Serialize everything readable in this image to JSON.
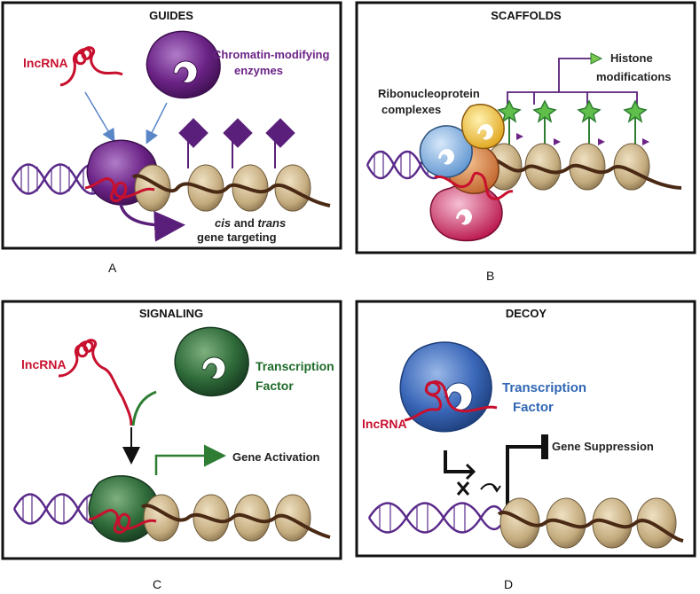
{
  "panels": {
    "guides": {
      "title": "GUIDES",
      "lncrna": "lncRNA",
      "enzyme_line1": "Chromatin-modifying",
      "enzyme_line2": "enzymes",
      "targeting_cis": "cis",
      "targeting_and": " and ",
      "targeting_trans": "trans",
      "targeting_line2": "gene targeting",
      "letter": "A"
    },
    "scaffolds": {
      "title": "SCAFFOLDS",
      "histone_line1": "Histone",
      "histone_line2": "modifications",
      "rnp_line1": "Ribonucleoprotein",
      "rnp_line2": "complexes",
      "letter": "B"
    },
    "signaling": {
      "title": "SIGNALING",
      "lncrna": "lncRNA",
      "tf_line1": "Transcription",
      "tf_line2": "Factor",
      "activation": "Gene Activation",
      "letter": "C"
    },
    "decoy": {
      "title": "DECOY",
      "lncrna": "lncRNA",
      "tf_line1": "Transcription",
      "tf_line2": "Factor",
      "suppression": "Gene Suppression",
      "letter": "D"
    }
  },
  "colors": {
    "lncrna_red": "#c8102e",
    "dna_purple": "#5a2a8a",
    "enzyme_purple": "#6b2386",
    "nucleosome_tan": "#c4ab7e",
    "dna_brown": "#4a2a14",
    "tf_green": "#2f6b3a",
    "tf_blue": "#3a67b8",
    "mod_green": "#2e8b3e"
  }
}
